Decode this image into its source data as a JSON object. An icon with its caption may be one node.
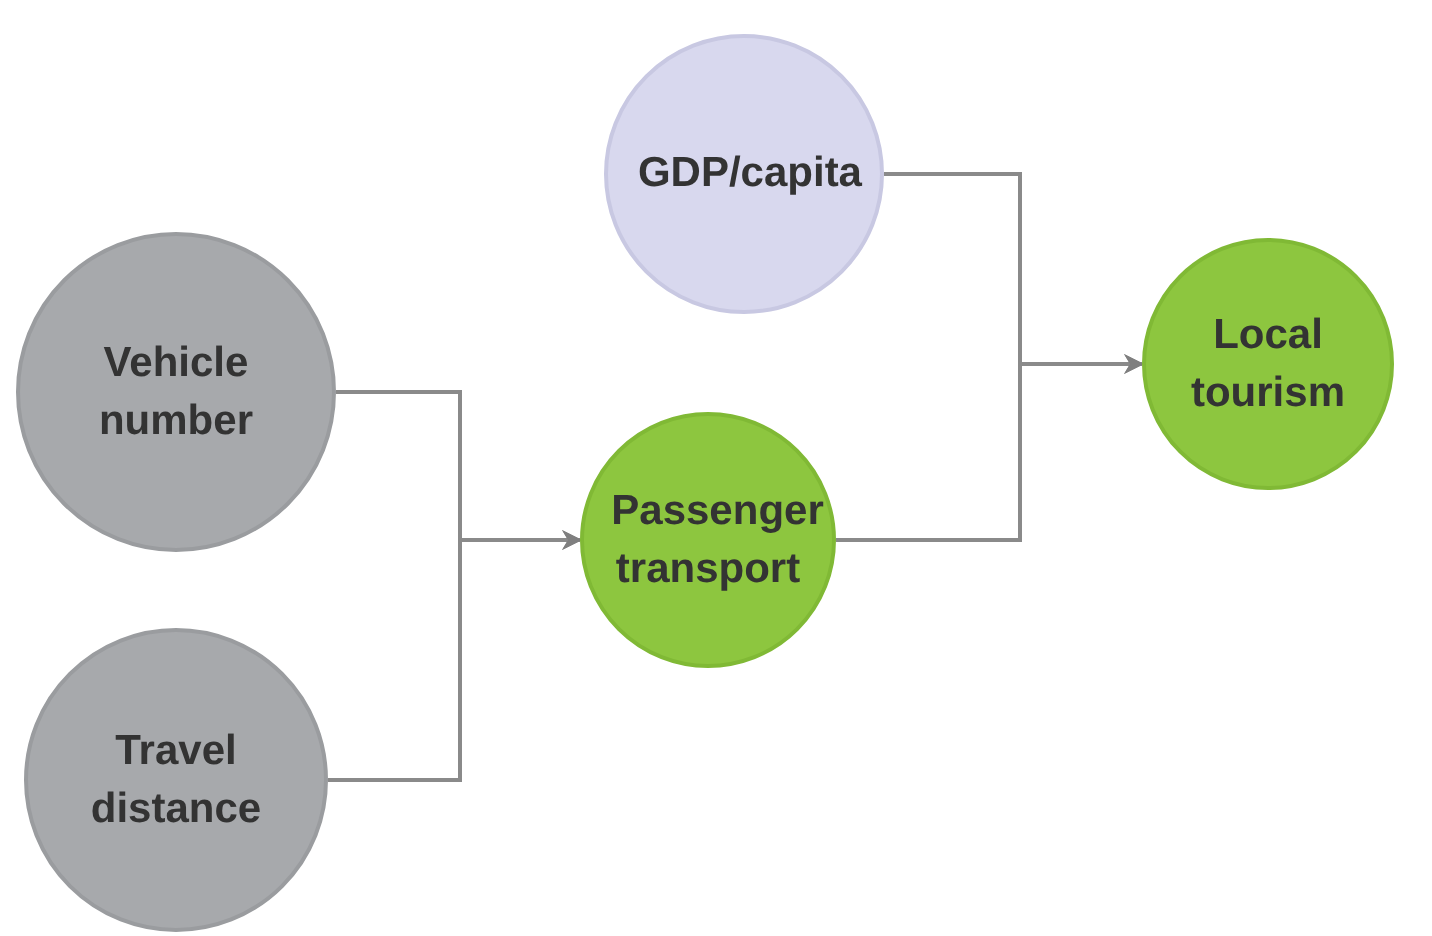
{
  "diagram": {
    "nodes": [
      {
        "text": [
          "GDP/capita"
        ]
      },
      {
        "text": [
          "Vehicle number"
        ]
      },
      {
        "text": [
          "Passenger transport"
        ]
      },
      {
        "text": [
          "Local tourism"
        ]
      },
      {
        "text": [
          "Travel distance"
        ]
      }
    ],
    "edges": [
      {
        "from": 1,
        "to": 2,
        "arrow": "to"
      },
      {
        "from": 4,
        "to": 2,
        "arrow": "to"
      },
      {
        "from": 0,
        "to": 3,
        "arrow": "to"
      },
      {
        "from": 2,
        "to": 3,
        "arrow": "to"
      }
    ]
  }
}
